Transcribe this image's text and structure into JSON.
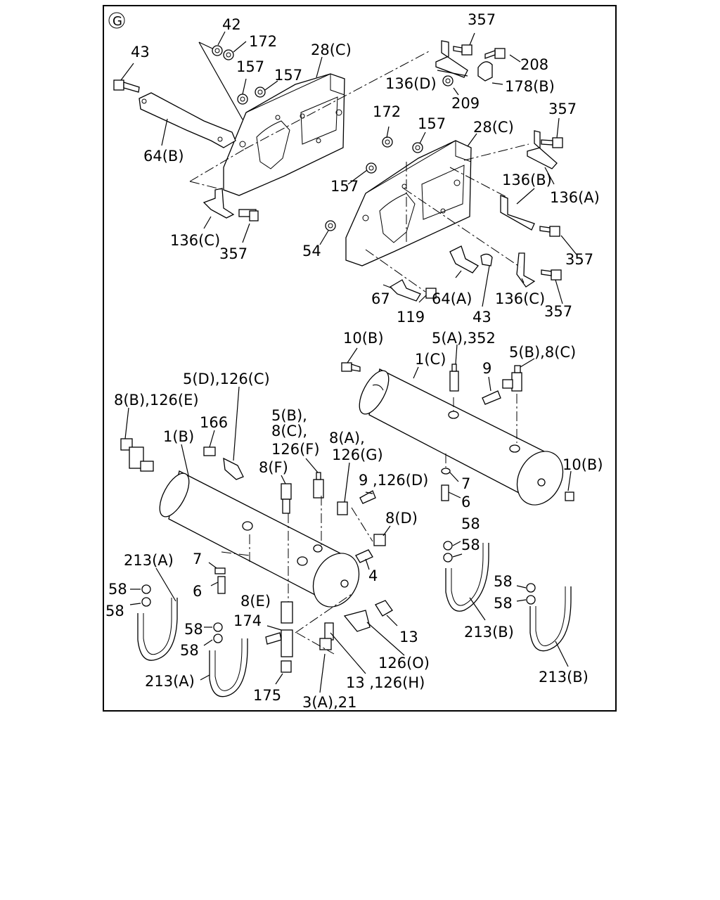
{
  "diagram": {
    "view_marker": "G",
    "labels": [
      {
        "id": "l01",
        "text": "42"
      },
      {
        "id": "l02",
        "text": "172"
      },
      {
        "id": "l03",
        "text": "43"
      },
      {
        "id": "l04",
        "text": "28(C)"
      },
      {
        "id": "l05",
        "text": "157"
      },
      {
        "id": "l06",
        "text": "157"
      },
      {
        "id": "l07",
        "text": "357"
      },
      {
        "id": "l08",
        "text": "208"
      },
      {
        "id": "l09",
        "text": "136(D)"
      },
      {
        "id": "l10",
        "text": "178(B)"
      },
      {
        "id": "l11",
        "text": "209"
      },
      {
        "id": "l12",
        "text": "64(B)"
      },
      {
        "id": "l13",
        "text": "172"
      },
      {
        "id": "l14",
        "text": "157"
      },
      {
        "id": "l15",
        "text": "28(C)"
      },
      {
        "id": "l16",
        "text": "357"
      },
      {
        "id": "l17",
        "text": "136(B)"
      },
      {
        "id": "l18",
        "text": "136(A)"
      },
      {
        "id": "l19",
        "text": "157"
      },
      {
        "id": "l20",
        "text": "136(C)"
      },
      {
        "id": "l21",
        "text": "357"
      },
      {
        "id": "l22",
        "text": "54"
      },
      {
        "id": "l23",
        "text": "357"
      },
      {
        "id": "l24",
        "text": "67"
      },
      {
        "id": "l25",
        "text": "64(A)"
      },
      {
        "id": "l26",
        "text": "136(C)"
      },
      {
        "id": "l27",
        "text": "119"
      },
      {
        "id": "l28",
        "text": "43"
      },
      {
        "id": "l29",
        "text": "357"
      },
      {
        "id": "l30",
        "text": "10(B)"
      },
      {
        "id": "l31",
        "text": "5(A),352"
      },
      {
        "id": "l32",
        "text": "1(C)"
      },
      {
        "id": "l33",
        "text": "5(B),8(C)"
      },
      {
        "id": "l34",
        "text": "9"
      },
      {
        "id": "l35",
        "text": "5(D),126(C)"
      },
      {
        "id": "l36",
        "text": "8(B),126(E)"
      },
      {
        "id": "l37",
        "text": "166"
      },
      {
        "id": "l38",
        "text": "5(B),"
      },
      {
        "id": "l39",
        "text": "8(C),"
      },
      {
        "id": "l40",
        "text": "8(A),"
      },
      {
        "id": "l41",
        "text": "1(B)"
      },
      {
        "id": "l42",
        "text": "126(F)"
      },
      {
        "id": "l43",
        "text": "126(G)"
      },
      {
        "id": "l44",
        "text": "8(F)"
      },
      {
        "id": "l45",
        "text": "10(B)"
      },
      {
        "id": "l46",
        "text": "9 ,126(D)"
      },
      {
        "id": "l47",
        "text": "7"
      },
      {
        "id": "l48",
        "text": "6"
      },
      {
        "id": "l49",
        "text": "8(D)"
      },
      {
        "id": "l50",
        "text": "58"
      },
      {
        "id": "l51",
        "text": "58"
      },
      {
        "id": "l52",
        "text": "213(A)"
      },
      {
        "id": "l53",
        "text": "7"
      },
      {
        "id": "l54",
        "text": "4"
      },
      {
        "id": "l55",
        "text": "58"
      },
      {
        "id": "l56",
        "text": "58"
      },
      {
        "id": "l57",
        "text": "6"
      },
      {
        "id": "l58",
        "text": "58"
      },
      {
        "id": "l59",
        "text": "8(E)"
      },
      {
        "id": "l60",
        "text": "58"
      },
      {
        "id": "l61",
        "text": "174"
      },
      {
        "id": "l62",
        "text": "13"
      },
      {
        "id": "l63",
        "text": "213(B)"
      },
      {
        "id": "l64",
        "text": "58"
      },
      {
        "id": "l65",
        "text": "58"
      },
      {
        "id": "l66",
        "text": "126(O)"
      },
      {
        "id": "l67",
        "text": "213(A)"
      },
      {
        "id": "l68",
        "text": "13 ,126(H)"
      },
      {
        "id": "l69",
        "text": "213(B)"
      },
      {
        "id": "l70",
        "text": "175"
      },
      {
        "id": "l71",
        "text": "3(A),21"
      }
    ]
  }
}
